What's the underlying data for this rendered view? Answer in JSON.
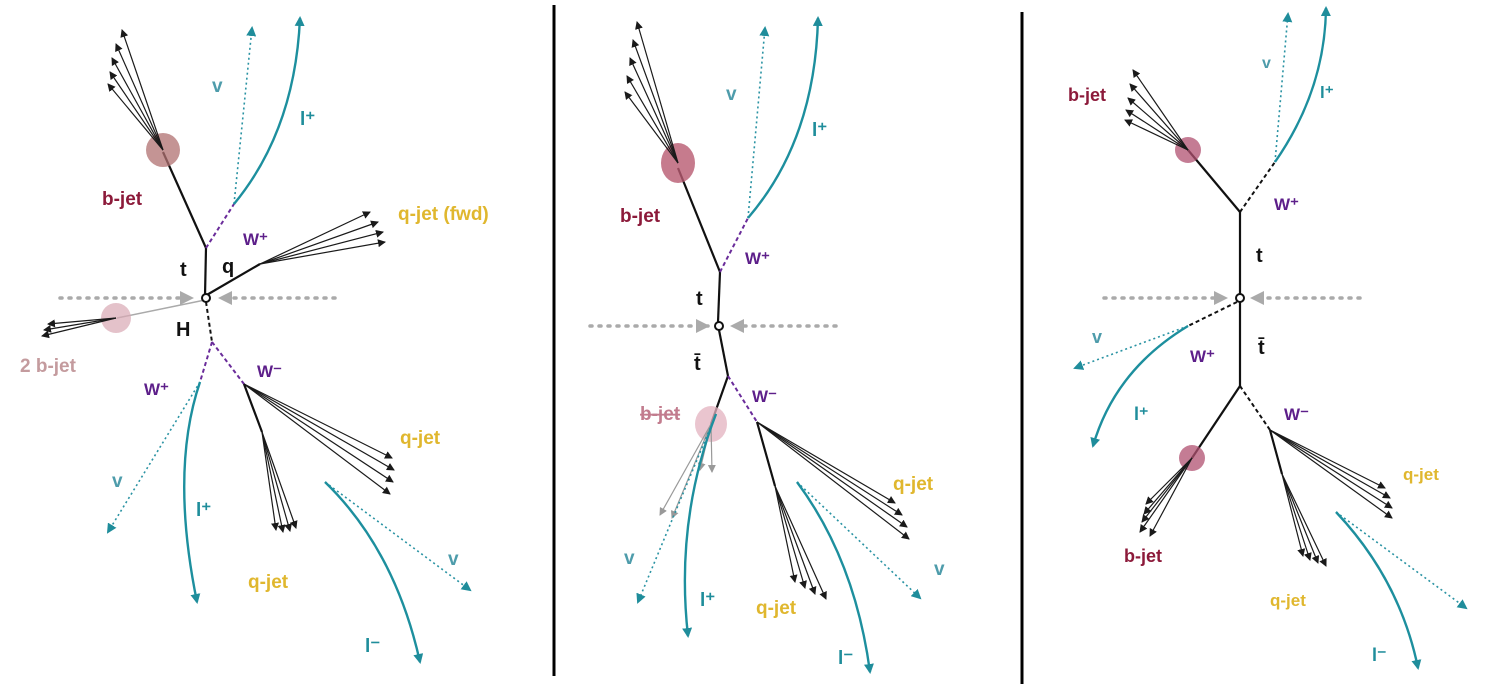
{
  "colors": {
    "bjet": "#8c1a3a",
    "qjet": "#e0b72e",
    "boson": "#5d1f8a",
    "lepton": "#1f8d9b",
    "top": "#111111",
    "bjet_faded": "#b98a8f"
  },
  "panel1": {
    "bjet": "b-jet",
    "nu_top": "v",
    "lplus_top": "l⁺",
    "wplus_top": "W⁺",
    "qjet_fwd": "q-jet (fwd)",
    "t": "t",
    "q": "q",
    "H": "H",
    "two_bjet": "2 b-jet",
    "wplus_low": "W⁺",
    "wminus": "W⁻",
    "qjet_right": "q-jet",
    "nu_left": "v",
    "lplus_low": "l⁺",
    "qjet_low": "q-jet",
    "nu_right": "v",
    "lminus": "l⁻"
  },
  "panel2": {
    "nu_top": "v",
    "lplus_top": "l⁺",
    "bjet_top": "b-jet",
    "wplus": "W⁺",
    "t": "t",
    "tbar": "t̄",
    "bjet_low": "b-jet",
    "wminus": "W⁻",
    "qjet_right": "q-jet",
    "nu_left": "v",
    "lplus_low": "l⁺",
    "qjet_low": "q-jet",
    "nu_right": "v",
    "lminus": "l⁻"
  },
  "panel3": {
    "nu_top": "v",
    "lplus_top": "l⁺",
    "bjet_top": "b-jet",
    "wplus_top": "W⁺",
    "t": "t",
    "tbar": "t̄",
    "nu_left": "v",
    "wplus_left": "W⁺",
    "lplus_left": "l⁺",
    "wminus": "W⁻",
    "qjet_right": "q-jet",
    "bjet_low": "b-jet",
    "qjet_low": "q-jet",
    "lminus": "l⁻"
  }
}
